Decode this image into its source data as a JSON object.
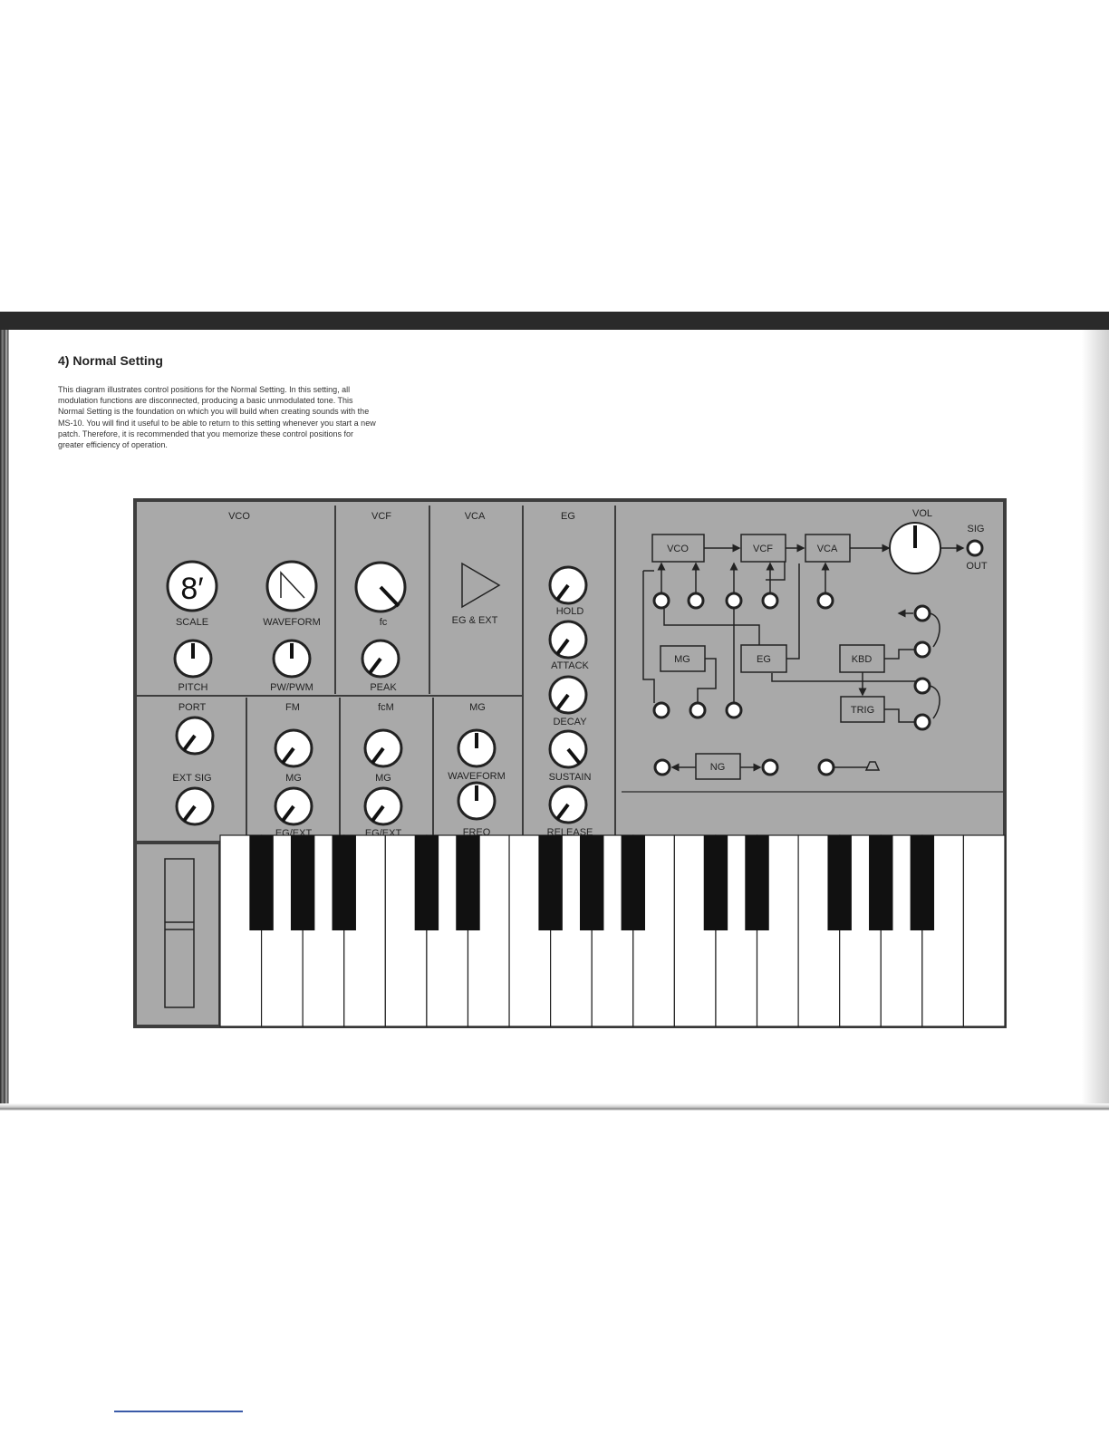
{
  "section": {
    "title": "4)   Normal Setting",
    "body": "This diagram illustrates control positions for the Normal Setting. In this setting, all modulation functions are disconnected, producing a basic unmodulated tone. This Normal Setting is the foundation on which you will build when creating sounds with the MS-10. You will find it useful to be able to return to this setting whenever you start a new patch. Therefore, it is recommended that you memorize these control positions for greater efficiency of operation."
  },
  "panel": {
    "sections": {
      "vco": "VCO",
      "vcf": "VCF",
      "vca": "VCA",
      "eg": "EG",
      "port": "PORT",
      "fm": "FM",
      "fcm": "fcM",
      "mg": "MG",
      "vol": "VOL"
    },
    "labels": {
      "scale": "SCALE",
      "scale_value": "8′",
      "waveform": "WAVEFORM",
      "pitch": "PITCH",
      "pw_pwm": "PW/PWM",
      "fc": "fc",
      "peak": "PEAK",
      "eg_ext_vca": "EG & EXT",
      "hold": "HOLD",
      "attack": "ATTACK",
      "decay": "DECAY",
      "sustain": "SUSTAIN",
      "release": "RELEASE",
      "ext_sig": "EXT  SIG",
      "fm_mg": "MG",
      "fm_eg_ext": "EG/EXT",
      "fcm_mg": "MG",
      "fcm_eg_ext": "EG/EXT",
      "mg_waveform": "WAVEFORM",
      "freq": "FREQ",
      "sig": "SIG",
      "out": "OUT"
    },
    "patch_blocks": {
      "vco": "VCO",
      "vcf": "VCF",
      "vca": "VCA",
      "mg": "MG",
      "eg": "EG",
      "kbd": "KBD",
      "trig": "TRIG",
      "ng": "NG"
    },
    "colors": {
      "panel": "#a9a9a9",
      "panel_border": "#3d3d3d",
      "key_black": "#111111"
    }
  }
}
